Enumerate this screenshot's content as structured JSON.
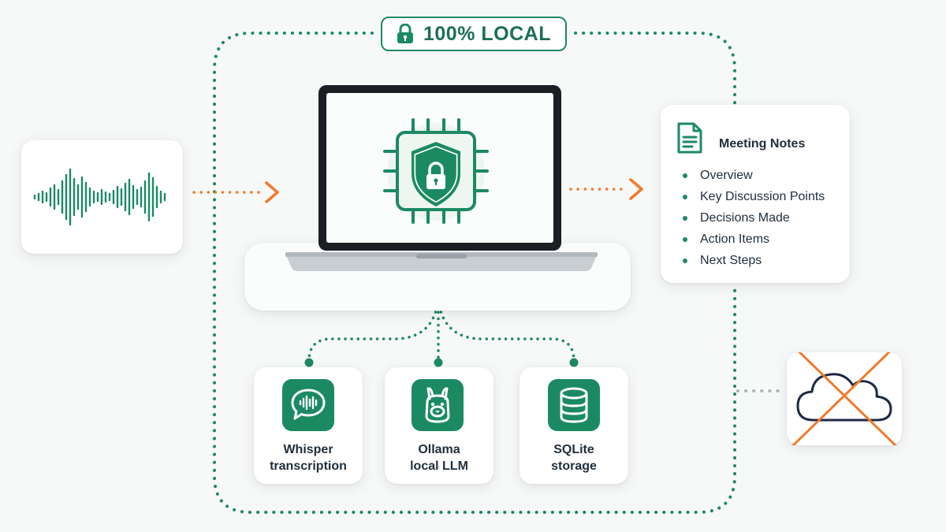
{
  "badge": {
    "label": "100% LOCAL",
    "icon": "lock-icon"
  },
  "notes": {
    "title": "Meeting Notes",
    "icon": "document-icon",
    "items": [
      "Overview",
      "Key Discussion Points",
      "Decisions Made",
      "Action Items",
      "Next Steps"
    ]
  },
  "tools": [
    {
      "line1": "Whisper",
      "line2": "transcription",
      "icon": "speech-bubble-waveform-icon"
    },
    {
      "line1": "Ollama",
      "line2": "local LLM",
      "icon": "llama-icon"
    },
    {
      "line1": "SQLite",
      "line2": "storage",
      "icon": "database-icon"
    }
  ],
  "colors": {
    "accent": "#1b8a62",
    "arrow": "#f07a2a",
    "cloud_cross": "#f07a2a",
    "cloud_outline": "#1f2a44"
  },
  "icons": {
    "audio": "audio-waveform-icon",
    "laptop": "laptop-icon",
    "chip": "chip-shield-lock-icon",
    "cloud": "cloud-crossed-out-icon"
  }
}
